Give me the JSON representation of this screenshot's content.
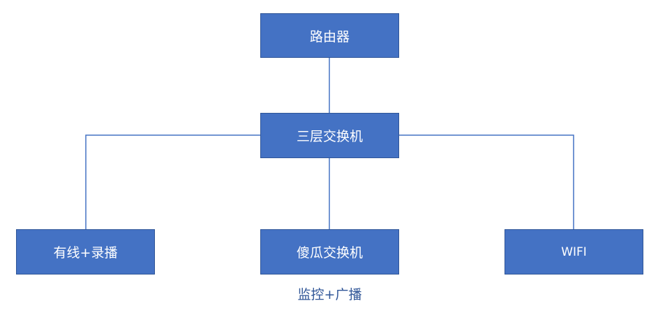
{
  "diagram": {
    "nodes": {
      "router": "路由器",
      "core_switch": "三层交换机",
      "wired_recording": "有线+录播",
      "dumb_switch": "傻瓜交换机",
      "wifi": "WIFI"
    },
    "annotation": "监控+广播"
  },
  "colors": {
    "node_fill": "#4472c4",
    "node_border": "#2f5597",
    "node_text": "#ffffff",
    "connector": "#4472c4",
    "annotation_text": "#2f5597"
  }
}
